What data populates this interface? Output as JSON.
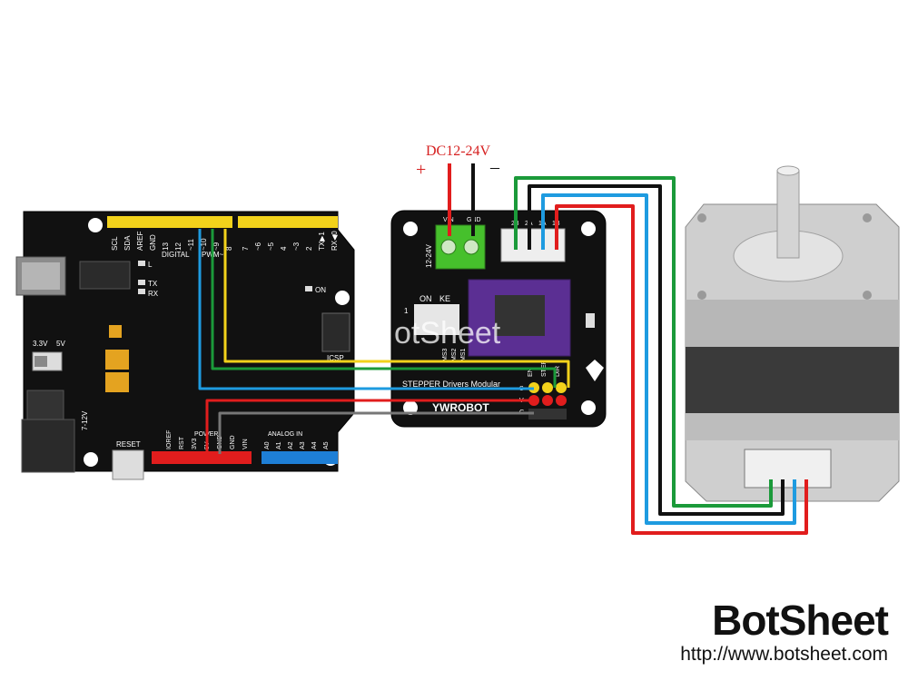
{
  "supply": {
    "label": "DC12-24V",
    "plus": "+",
    "minus": "–"
  },
  "arduino": {
    "digital_header_labels": [
      "SCL",
      "SDA",
      "AREF",
      "GND",
      "13",
      "12",
      "~11",
      "~10",
      "~9",
      "8",
      "7",
      "~6",
      "~5",
      "4",
      "~3",
      "2",
      "TX▶1",
      "RX◀0"
    ],
    "digital_label": "DIGITAL",
    "pwm_label": "PWM~",
    "led_l": "L",
    "led_tx": "TX",
    "led_rx": "RX",
    "led_on": "ON",
    "icsp": "ICSP",
    "v33": "3.3V",
    "v5": "5V",
    "v712": "7-12V",
    "reset": "RESET",
    "power_label": "POWER",
    "power_pins": [
      "IOREF",
      "RST",
      "3V3",
      "5V",
      "GND",
      "GND",
      "VIN"
    ],
    "analog_label": "ANALOG IN",
    "analog_pins": [
      "A0",
      "A1",
      "A2",
      "A3",
      "A4",
      "A5"
    ]
  },
  "driver": {
    "vin": "VIN",
    "gnd": "GND",
    "side_voltage": "12-24V",
    "motor_pins": [
      "2B",
      "2A",
      "1A",
      "1B"
    ],
    "switch_on": "ON",
    "switch_ke": "KE",
    "switch_num": "1",
    "ms_labels": [
      "MS3",
      "MS2",
      "MS1"
    ],
    "en": "EN",
    "step": "STEP",
    "dir": "DIR",
    "title": "STEPPER Drivers Modular",
    "row_labels": [
      "S",
      "V",
      "G"
    ],
    "logo": "YWROBOT"
  },
  "watermark": "otSheet",
  "brand": {
    "name": "BotSheet",
    "url": "http://www.botsheet.com"
  },
  "colors": {
    "green": "#1b9a3a",
    "black": "#111111",
    "blue": "#1e9be0",
    "red": "#e11d1d",
    "yellow": "#f2d21b"
  }
}
